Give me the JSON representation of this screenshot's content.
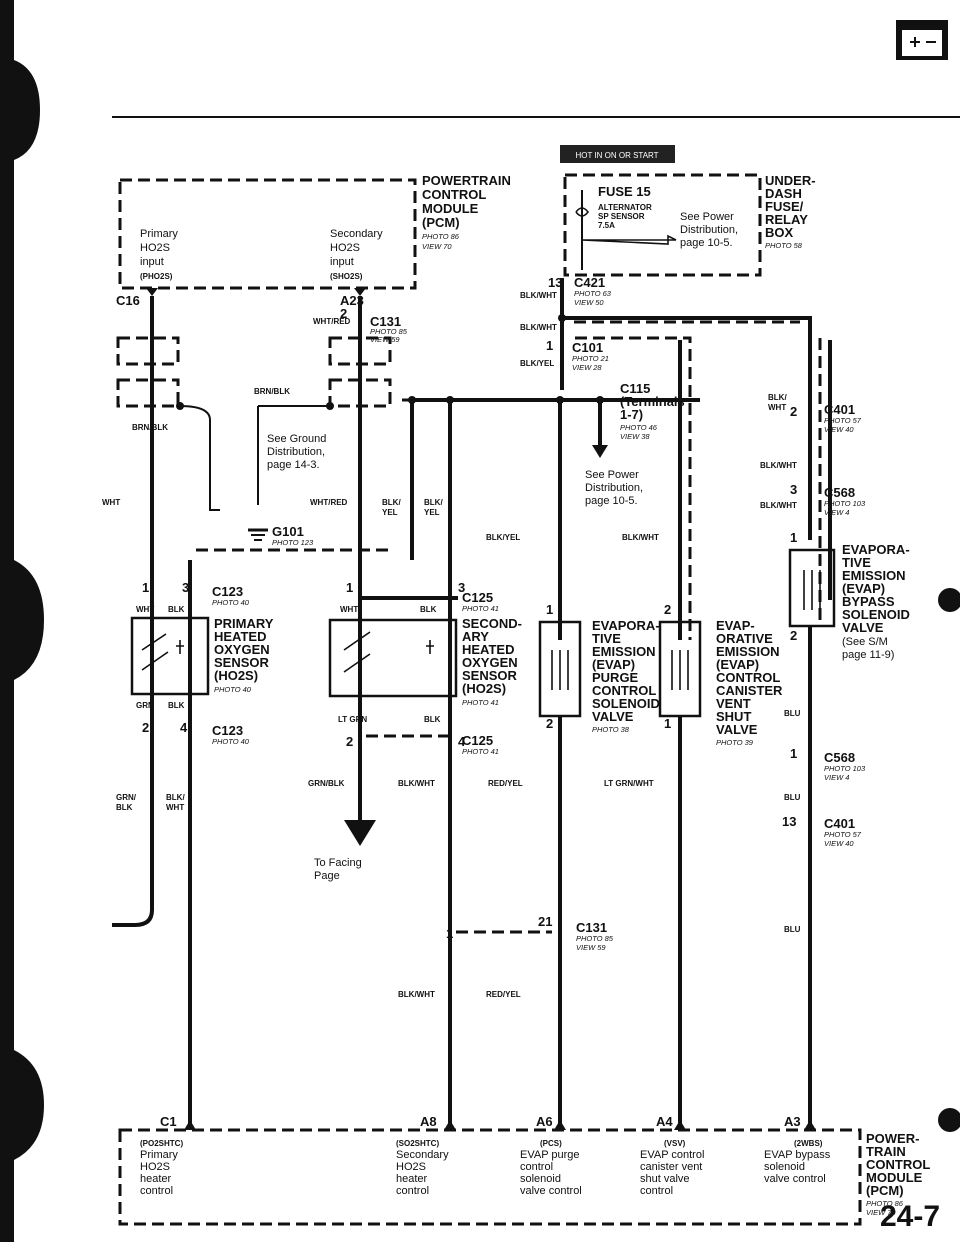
{
  "battery_icon": "battery-icon",
  "badge": "HOT IN ON OR START",
  "page_number": "24-7",
  "pcm_top": {
    "title": [
      "POWERTRAIN",
      "CONTROL",
      "MODULE",
      "(PCM)"
    ],
    "photo": "PHOTO 86",
    "view": "VIEW 70",
    "primary": [
      "Primary",
      "HO2S",
      "input",
      "(PHO2S)"
    ],
    "secondary": [
      "Secondary",
      "HO2S",
      "input",
      "(SHO2S)"
    ]
  },
  "fuse_box": {
    "title": [
      "UNDER-",
      "DASH",
      "FUSE/",
      "RELAY",
      "BOX"
    ],
    "photo": "PHOTO 58",
    "fuse": "FUSE 15",
    "fuse_sub": [
      "ALTERNATOR",
      "SP SENSOR",
      "7.5A"
    ],
    "power": [
      "See Power",
      "Distribution,",
      "page 10-5."
    ]
  },
  "connectors": {
    "c421": {
      "name": "C421",
      "pin": "13",
      "photo": "PHOTO 63",
      "view": "VIEW 50"
    },
    "c101": {
      "name": "C101",
      "pin": "1",
      "photo": "PHOTO 21",
      "view": "VIEW 28"
    },
    "c115": {
      "name": "C115",
      "sub": [
        "(Terminals",
        "1-7)"
      ],
      "photo": "PHOTO 46",
      "view": "VIEW 38"
    },
    "c131a": {
      "name": "C131",
      "pin": "2",
      "photo": "PHOTO 85",
      "view": "VIEW 59"
    },
    "c131b": {
      "name": "C131",
      "pin": "21",
      "pin2": "1",
      "photo": "PHOTO 85",
      "view": "VIEW 59"
    },
    "c401a": {
      "name": "C401",
      "pin": "2",
      "photo": "PHOTO 57",
      "view": "VIEW 40"
    },
    "c401b": {
      "name": "C401",
      "pin": "13",
      "photo": "PHOTO 57",
      "view": "VIEW 40"
    },
    "c568a": {
      "name": "C568",
      "pin": "3",
      "photo": "PHOTO 103",
      "view": "VIEW 4"
    },
    "c568b": {
      "name": "C568",
      "pin": "1",
      "photo": "PHOTO 103",
      "view": "VIEW 4"
    },
    "c123a": {
      "name": "C123",
      "pins": [
        "1",
        "3"
      ],
      "photo": "PHOTO 40"
    },
    "c123b": {
      "name": "C123",
      "pins": [
        "2",
        "4"
      ],
      "photo": "PHOTO 40"
    },
    "c125a": {
      "name": "C125",
      "pins": [
        "1",
        "3"
      ],
      "photo": "PHOTO 41"
    },
    "c125b": {
      "name": "C125",
      "pins": [
        "2",
        "4"
      ],
      "photo": "PHOTO 41"
    },
    "c16": "C16",
    "a23": "A23"
  },
  "ground": {
    "name": "G101",
    "photo": "PHOTO 123",
    "note": [
      "See Ground",
      "Distribution,",
      "page 14-3."
    ]
  },
  "power_note": [
    "See Power",
    "Distribution,",
    "page 10-5."
  ],
  "wires": {
    "wht_red": "WHT/RED",
    "brn_blk": "BRN/BLK",
    "blk_wht": "BLK/WHT",
    "blk_yel": "BLK/YEL",
    "wht": "WHT",
    "blk": "BLK",
    "grn": "GRN",
    "lt_grn": "LT GRN",
    "grn_blk": "GRN/BLK",
    "blk_wht2": [
      "BLK/",
      "WHT"
    ],
    "blk_yel2": [
      "BLK/",
      "YEL"
    ],
    "grn_blk2": [
      "GRN/",
      "BLK"
    ],
    "red_yel": "RED/YEL",
    "lt_grn_wht": "LT GRN/WHT",
    "blu": "BLU"
  },
  "components": {
    "primary_ho2s": {
      "name": [
        "PRIMARY",
        "HEATED",
        "OXYGEN",
        "SENSOR",
        "(HO2S)"
      ],
      "photo": "PHOTO 40"
    },
    "secondary_ho2s": {
      "name": [
        "SECOND-",
        "ARY",
        "HEATED",
        "OXYGEN",
        "SENSOR",
        "(HO2S)"
      ],
      "photo": "PHOTO 41"
    },
    "purge": {
      "name": [
        "EVAPORA-",
        "TIVE",
        "EMISSION",
        "(EVAP)",
        "PURGE",
        "CONTROL",
        "SOLENOID",
        "VALVE"
      ],
      "photo": "PHOTO 38",
      "pins": [
        "1",
        "2"
      ]
    },
    "vent": {
      "name": [
        "EVAP-",
        "ORATIVE",
        "EMISSION",
        "(EVAP)",
        "CONTROL",
        "CANISTER",
        "VENT",
        "SHUT",
        "VALVE"
      ],
      "photo": "PHOTO 39",
      "pins": [
        "2",
        "1"
      ]
    },
    "bypass": {
      "name": [
        "EVAPORA-",
        "TIVE",
        "EMISSION",
        "(EVAP)",
        "BYPASS",
        "SOLENOID",
        "VALVE",
        "(See S/M",
        "page 11-9)"
      ],
      "pins": [
        "1",
        "2"
      ]
    }
  },
  "facing": [
    "To Facing",
    "Page"
  ],
  "pcm_bottom": {
    "title": [
      "POWER-",
      "TRAIN",
      "CONTROL",
      "MODULE",
      "(PCM)"
    ],
    "photo": "PHOTO 86",
    "view": "VIEW 70",
    "pins": [
      {
        "pin": "C1",
        "code": "(PO2SHTC)",
        "desc": [
          "Primary",
          "HO2S",
          "heater",
          "control"
        ]
      },
      {
        "pin": "A8",
        "code": "(SO2SHTC)",
        "desc": [
          "Secondary",
          "HO2S",
          "heater",
          "control"
        ]
      },
      {
        "pin": "A6",
        "code": "(PCS)",
        "desc": [
          "EVAP purge",
          "control",
          "solenoid",
          "valve control"
        ]
      },
      {
        "pin": "A4",
        "code": "(VSV)",
        "desc": [
          "EVAP control",
          "canister vent",
          "shut valve",
          "control"
        ]
      },
      {
        "pin": "A3",
        "code": "(2WBS)",
        "desc": [
          "EVAP bypass",
          "solenoid",
          "valve control"
        ]
      }
    ]
  }
}
